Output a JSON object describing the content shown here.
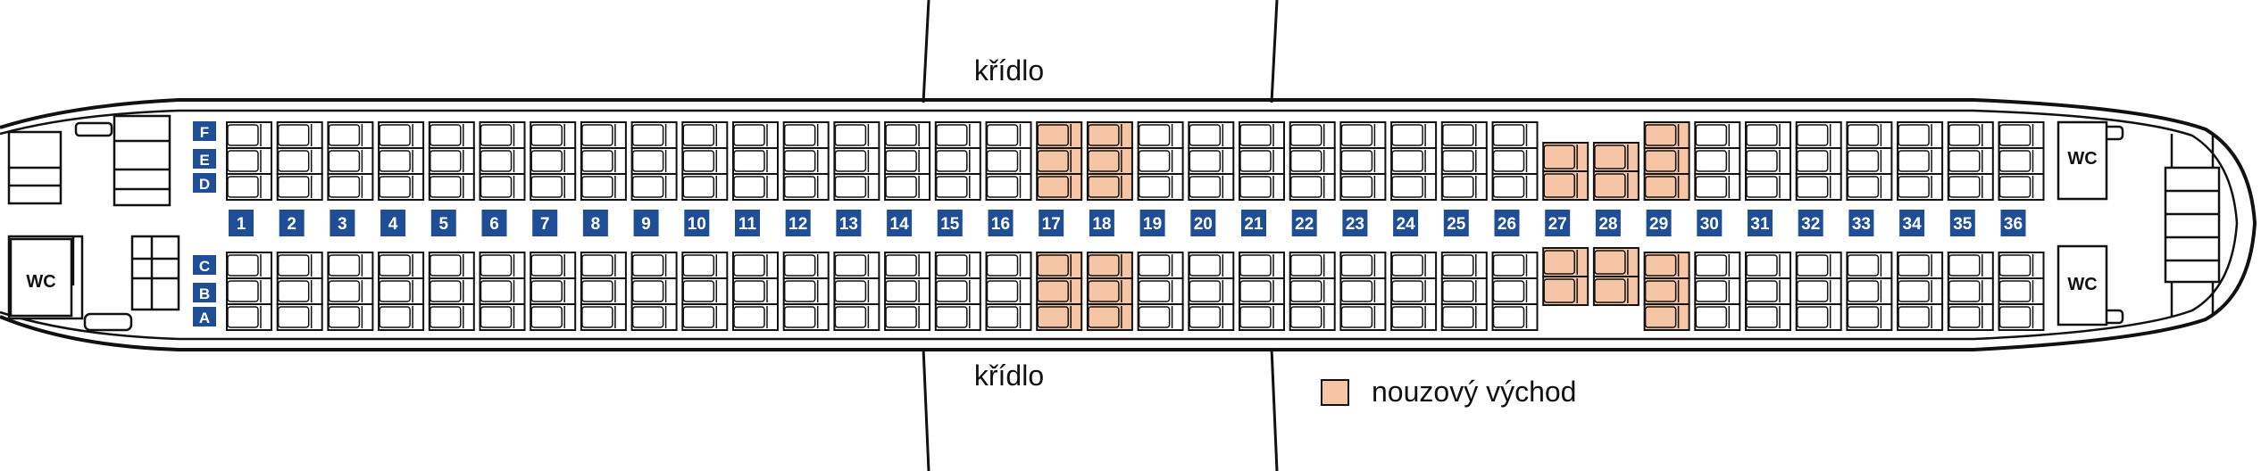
{
  "wing_label_top": "křídlo",
  "wing_label_bottom": "křídlo",
  "wc_labels": [
    "WC",
    "WC",
    "WC"
  ],
  "seat_letters_left": [
    "F",
    "E",
    "D",
    "C",
    "B",
    "A"
  ],
  "row_numbers": [
    "1",
    "2",
    "3",
    "4",
    "5",
    "6",
    "7",
    "8",
    "9",
    "10",
    "11",
    "12",
    "13",
    "14",
    "15",
    "16",
    "17",
    "18",
    "19",
    "20",
    "21",
    "22",
    "23",
    "24",
    "25",
    "26",
    "27",
    "28",
    "29",
    "30",
    "31",
    "32",
    "33",
    "34",
    "35",
    "36"
  ],
  "emergency_rows": [
    17,
    18,
    27,
    28,
    29
  ],
  "rows_with_two_seats": [
    27,
    28
  ],
  "legend": {
    "label": "nouzový východ"
  },
  "colors": {
    "badge": "#1f4e96",
    "exit_seat": "#f5c5a6",
    "seat": "#ffffff",
    "outline": "#111111"
  },
  "icons": [
    "seat-icon",
    "lavatory-icon",
    "galley-icon",
    "door-icon"
  ]
}
